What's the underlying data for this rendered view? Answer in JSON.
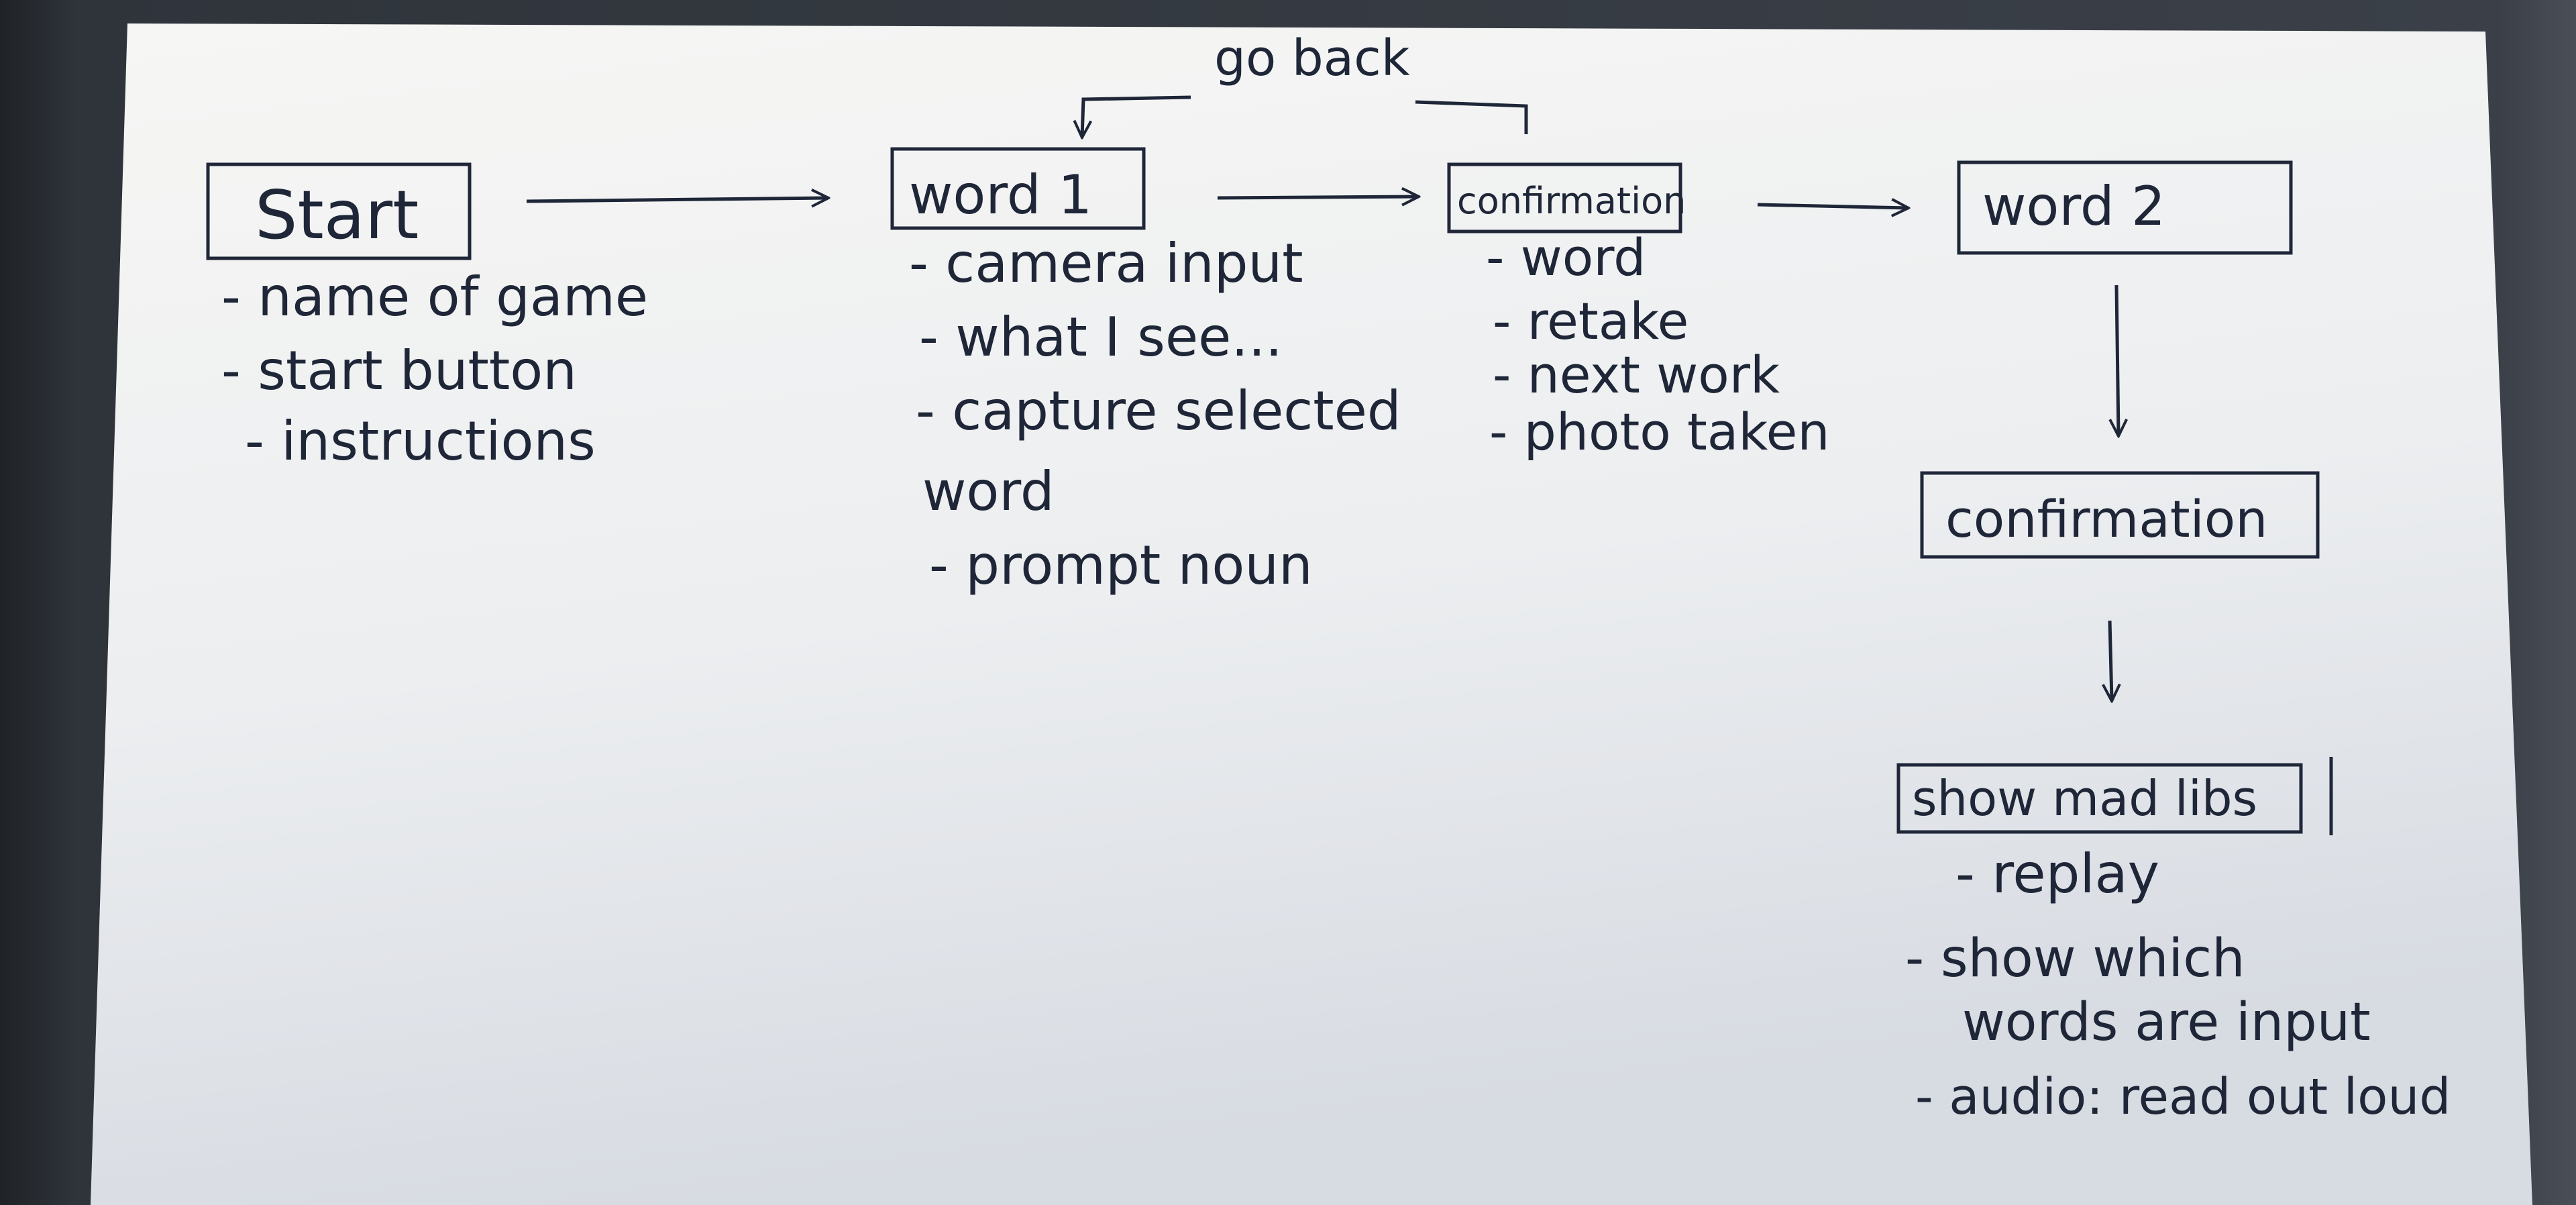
{
  "diagram": {
    "go_back_label": "go back",
    "nodes": {
      "start": {
        "title": "Start",
        "items": [
          "- name of game",
          "- start button",
          "- instructions"
        ]
      },
      "word1": {
        "title": "word 1",
        "items": [
          "- camera input",
          "- what I see...",
          "- capture selected",
          "word",
          "- prompt noun"
        ]
      },
      "confirmation1": {
        "title": "confirmation",
        "items": [
          "- word",
          "- retake",
          "- next work",
          "- photo taken"
        ]
      },
      "word2": {
        "title": "word 2"
      },
      "confirmation2": {
        "title": "confirmation"
      },
      "show_mad_libs": {
        "title": "show mad libs",
        "items": [
          "- replay",
          "- show which",
          "words are input",
          "- audio: read out loud"
        ]
      }
    }
  },
  "colors": {
    "ink": "#1e2638",
    "paper_top": "#f4f4f2",
    "paper_bottom": "#d9dde3",
    "background": "#30353c"
  }
}
